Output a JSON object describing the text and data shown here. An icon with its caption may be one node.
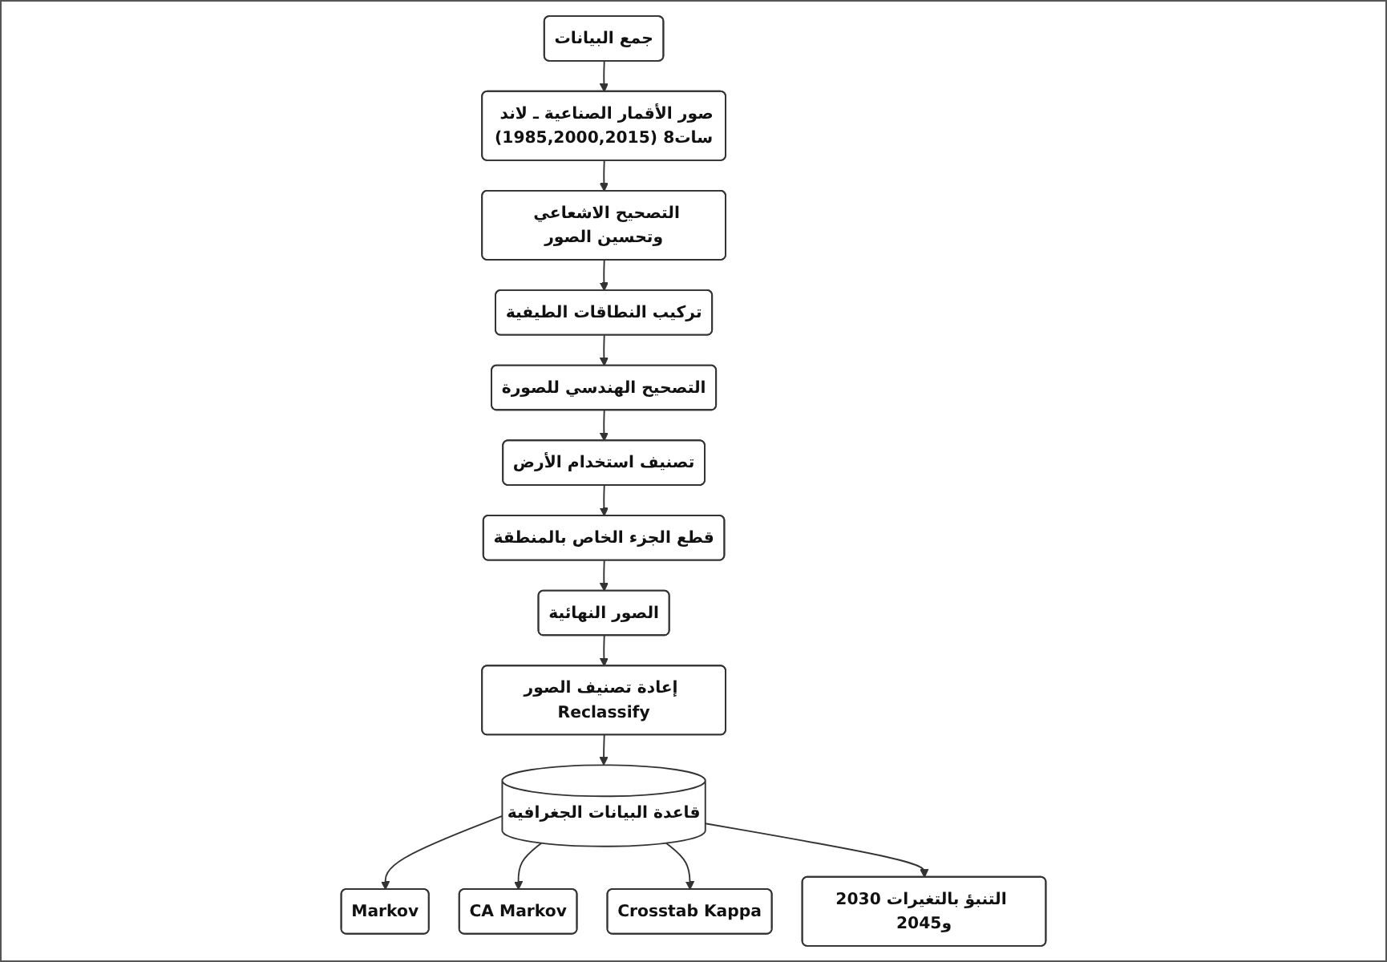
{
  "diagram": {
    "nodes": [
      {
        "text": [
          "جمع البيانات"
        ]
      },
      {
        "text": [
          "صور الأقمار الصناعية ـ لاند سات8 (1985,2000,2015)"
        ]
      },
      {
        "text": [
          "التصحيح الاشعاعي وتحسين الصور"
        ]
      },
      {
        "text": [
          "تركيب النطاقات الطيفية"
        ]
      },
      {
        "text": [
          "التصحيح الهندسي للصورة"
        ]
      },
      {
        "text": [
          "تصنيف استخدام الأرض"
        ]
      },
      {
        "text": [
          "قطع الجزء الخاص بالمنطقة"
        ]
      },
      {
        "text": [
          "الصور النهائية"
        ]
      },
      {
        "text": [
          "إعادة تصنيف الصور Reclassify"
        ]
      },
      {
        "text": [
          "قاعدة البيانات الجغرافية"
        ]
      },
      {
        "text": [
          "Markov"
        ]
      },
      {
        "text": [
          "CA Markov"
        ]
      },
      {
        "text": [
          "Crosstab Kappa"
        ]
      },
      {
        "text": [
          "التنبؤ بالتغيرات 2030 و2045"
        ]
      }
    ],
    "edges": [
      {
        "from": 0,
        "to": 1,
        "arrow": "to"
      },
      {
        "from": 1,
        "to": 2,
        "arrow": "to"
      },
      {
        "from": 2,
        "to": 3,
        "arrow": "to"
      },
      {
        "from": 3,
        "to": 4,
        "arrow": "to"
      },
      {
        "from": 4,
        "to": 5,
        "arrow": "to"
      },
      {
        "from": 5,
        "to": 6,
        "arrow": "to"
      },
      {
        "from": 6,
        "to": 7,
        "arrow": "to"
      },
      {
        "from": 7,
        "to": 8,
        "arrow": "to"
      },
      {
        "from": 8,
        "to": 9,
        "arrow": "to"
      },
      {
        "from": 9,
        "to": 10,
        "arrow": "to"
      },
      {
        "from": 9,
        "to": 11,
        "arrow": "to"
      },
      {
        "from": 9,
        "to": 12,
        "arrow": "to"
      },
      {
        "from": 9,
        "to": 13,
        "arrow": "to"
      }
    ]
  }
}
